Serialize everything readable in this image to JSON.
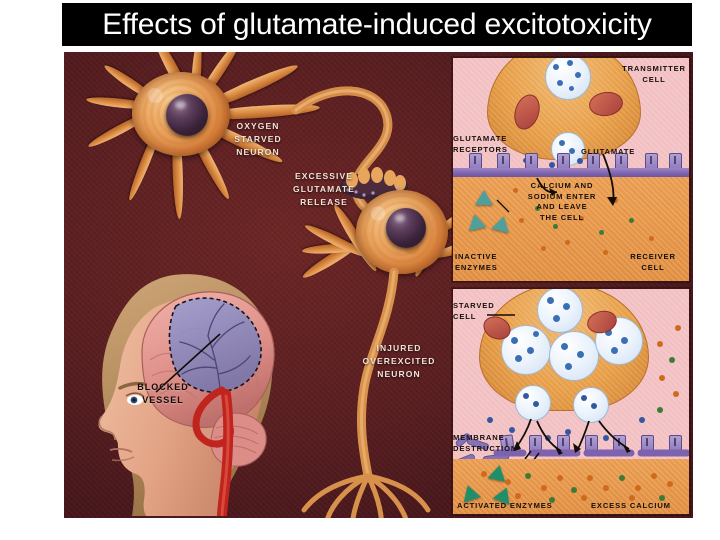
{
  "slide": {
    "title": "Effects of glutamate-induced excitotoxicity",
    "title_bg": "#000000",
    "title_color": "#ffffff"
  },
  "figure": {
    "background_color": "#5e1f20",
    "main_scene": {
      "labels": [
        {
          "id": "oxygen-starved-neuron",
          "text": "OXYGEN\nSTARVED\nNEURON",
          "color": "#f2e3d8"
        },
        {
          "id": "excessive-glutamate-release",
          "text": "EXCESSIVE\nGLUTAMATE\nRELEASE",
          "color": "#f2e3d8"
        },
        {
          "id": "injured-overexcited-neuron",
          "text": "INJURED\nOVEREXCITED\nNEURON",
          "color": "#f2e3d8"
        },
        {
          "id": "blocked-vessel",
          "text": "BLOCKED\nVESSEL",
          "color": "#140a08"
        }
      ]
    },
    "panel_top": {
      "name": "synapse-normal-panel",
      "labels": [
        {
          "id": "transmitter-cell",
          "text": "TRANSMITTER\nCELL"
        },
        {
          "id": "glutamate-receptors",
          "text": "GLUTAMATE\nRECEPTORS"
        },
        {
          "id": "glutamate",
          "text": "GLUTAMATE"
        },
        {
          "id": "calcium-sodium",
          "text": "CALCIUM AND\nSODIUM ENTER\nAND LEAVE\nTHE CELL"
        },
        {
          "id": "inactive-enzymes",
          "text": "INACTIVE\nENZYMES"
        },
        {
          "id": "receiver-cell",
          "text": "RECEIVER\nCELL"
        }
      ]
    },
    "panel_bottom": {
      "name": "synapse-excitotoxic-panel",
      "labels": [
        {
          "id": "starved-cell",
          "text": "STARVED\nCELL"
        },
        {
          "id": "membrane-destruction",
          "text": "MEMBRANE\nDESTRUCTION"
        },
        {
          "id": "activated-enzymes",
          "text": "ACTIVATED ENZYMES"
        },
        {
          "id": "excess-calcium",
          "text": "EXCESS CALCIUM"
        }
      ]
    },
    "colors": {
      "neuron_body": "#e09a4c",
      "neuron_nucleus": "#3a2239",
      "background_maroon": "#5e1f20",
      "panel_extracellular": "#f2bfc2",
      "panel_cytoplasm": "#e08c3c",
      "membrane_purple": "#7d63ad",
      "vesicle_white": "#eaf2fb",
      "enzyme_inactive": "#4f9f9b",
      "enzyme_active": "#1e8f6a",
      "artery_red": "#c0241d",
      "infarct_purple": "#8a88bd",
      "brain_pink": "#e8a6a0",
      "skin": "#e2a98e"
    }
  }
}
